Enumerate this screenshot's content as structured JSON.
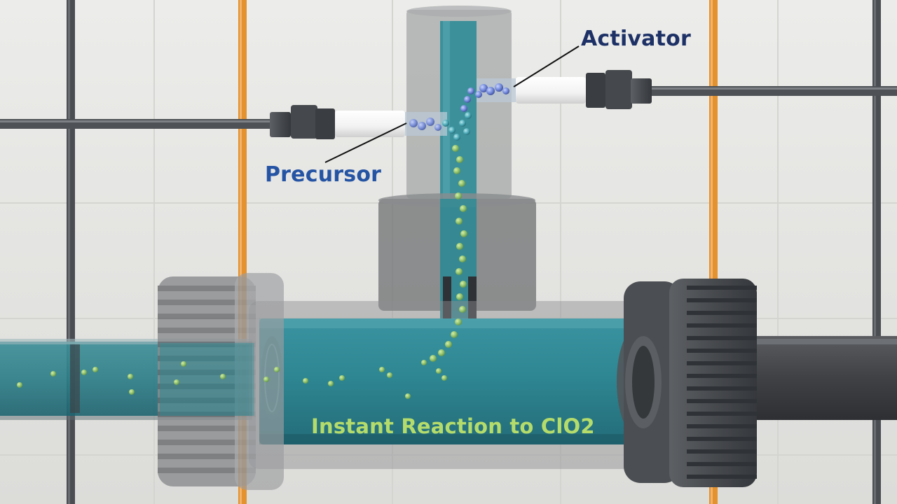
{
  "labels": {
    "activator": "Activator",
    "precursor": "Precursor",
    "reaction": "Instant Reaction to ClO2"
  },
  "colors": {
    "activator_label": "#1d3166",
    "precursor_label": "#2554a4",
    "reaction_label": "#b5dc6b",
    "liquid": "#2f8c96",
    "frame_orange": "#e4922f",
    "frame_gray": "#4a4d52",
    "bubble_green": "#8fbf6a",
    "bubble_blue": "#6f86d8"
  }
}
